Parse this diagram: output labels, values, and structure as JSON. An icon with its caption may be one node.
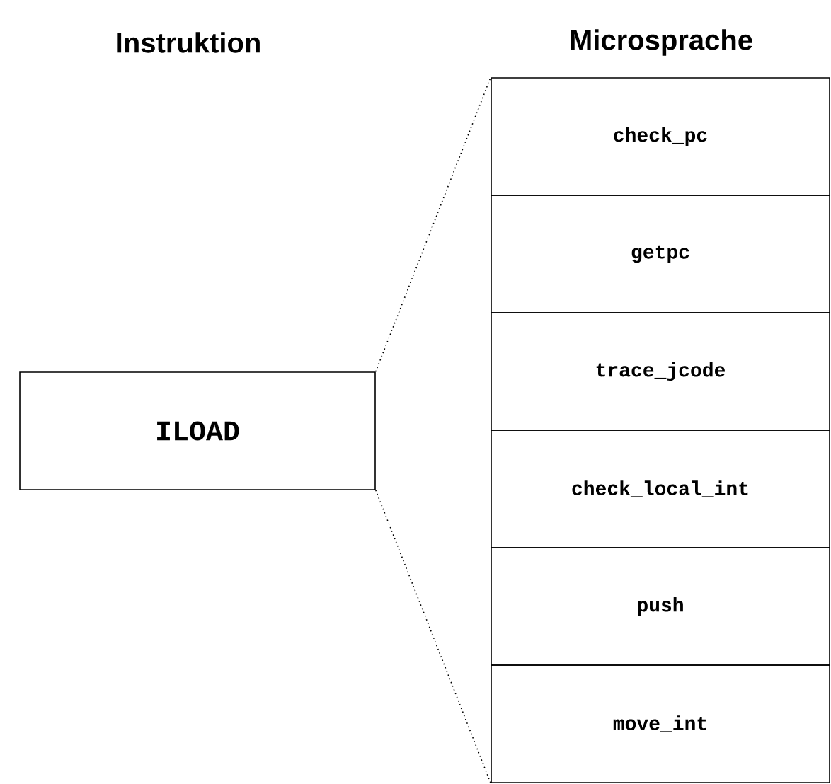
{
  "diagram": {
    "nodes": [
      {
        "text": [
          "ILOAD"
        ]
      },
      {
        "text": [
          "check_pc"
        ]
      },
      {
        "text": [
          "getpc"
        ]
      },
      {
        "text": [
          "trace_jcode"
        ]
      },
      {
        "text": [
          "check_local_int"
        ]
      },
      {
        "text": [
          "push"
        ]
      },
      {
        "text": [
          "move_int"
        ]
      }
    ],
    "edges": [
      {
        "from": 0,
        "to": 1,
        "arrow": "none",
        "style": "dashed"
      },
      {
        "from": 0,
        "to": 6,
        "arrow": "none",
        "style": "dashed"
      }
    ],
    "labels": [
      "Instruktion",
      "Microsprache"
    ]
  }
}
